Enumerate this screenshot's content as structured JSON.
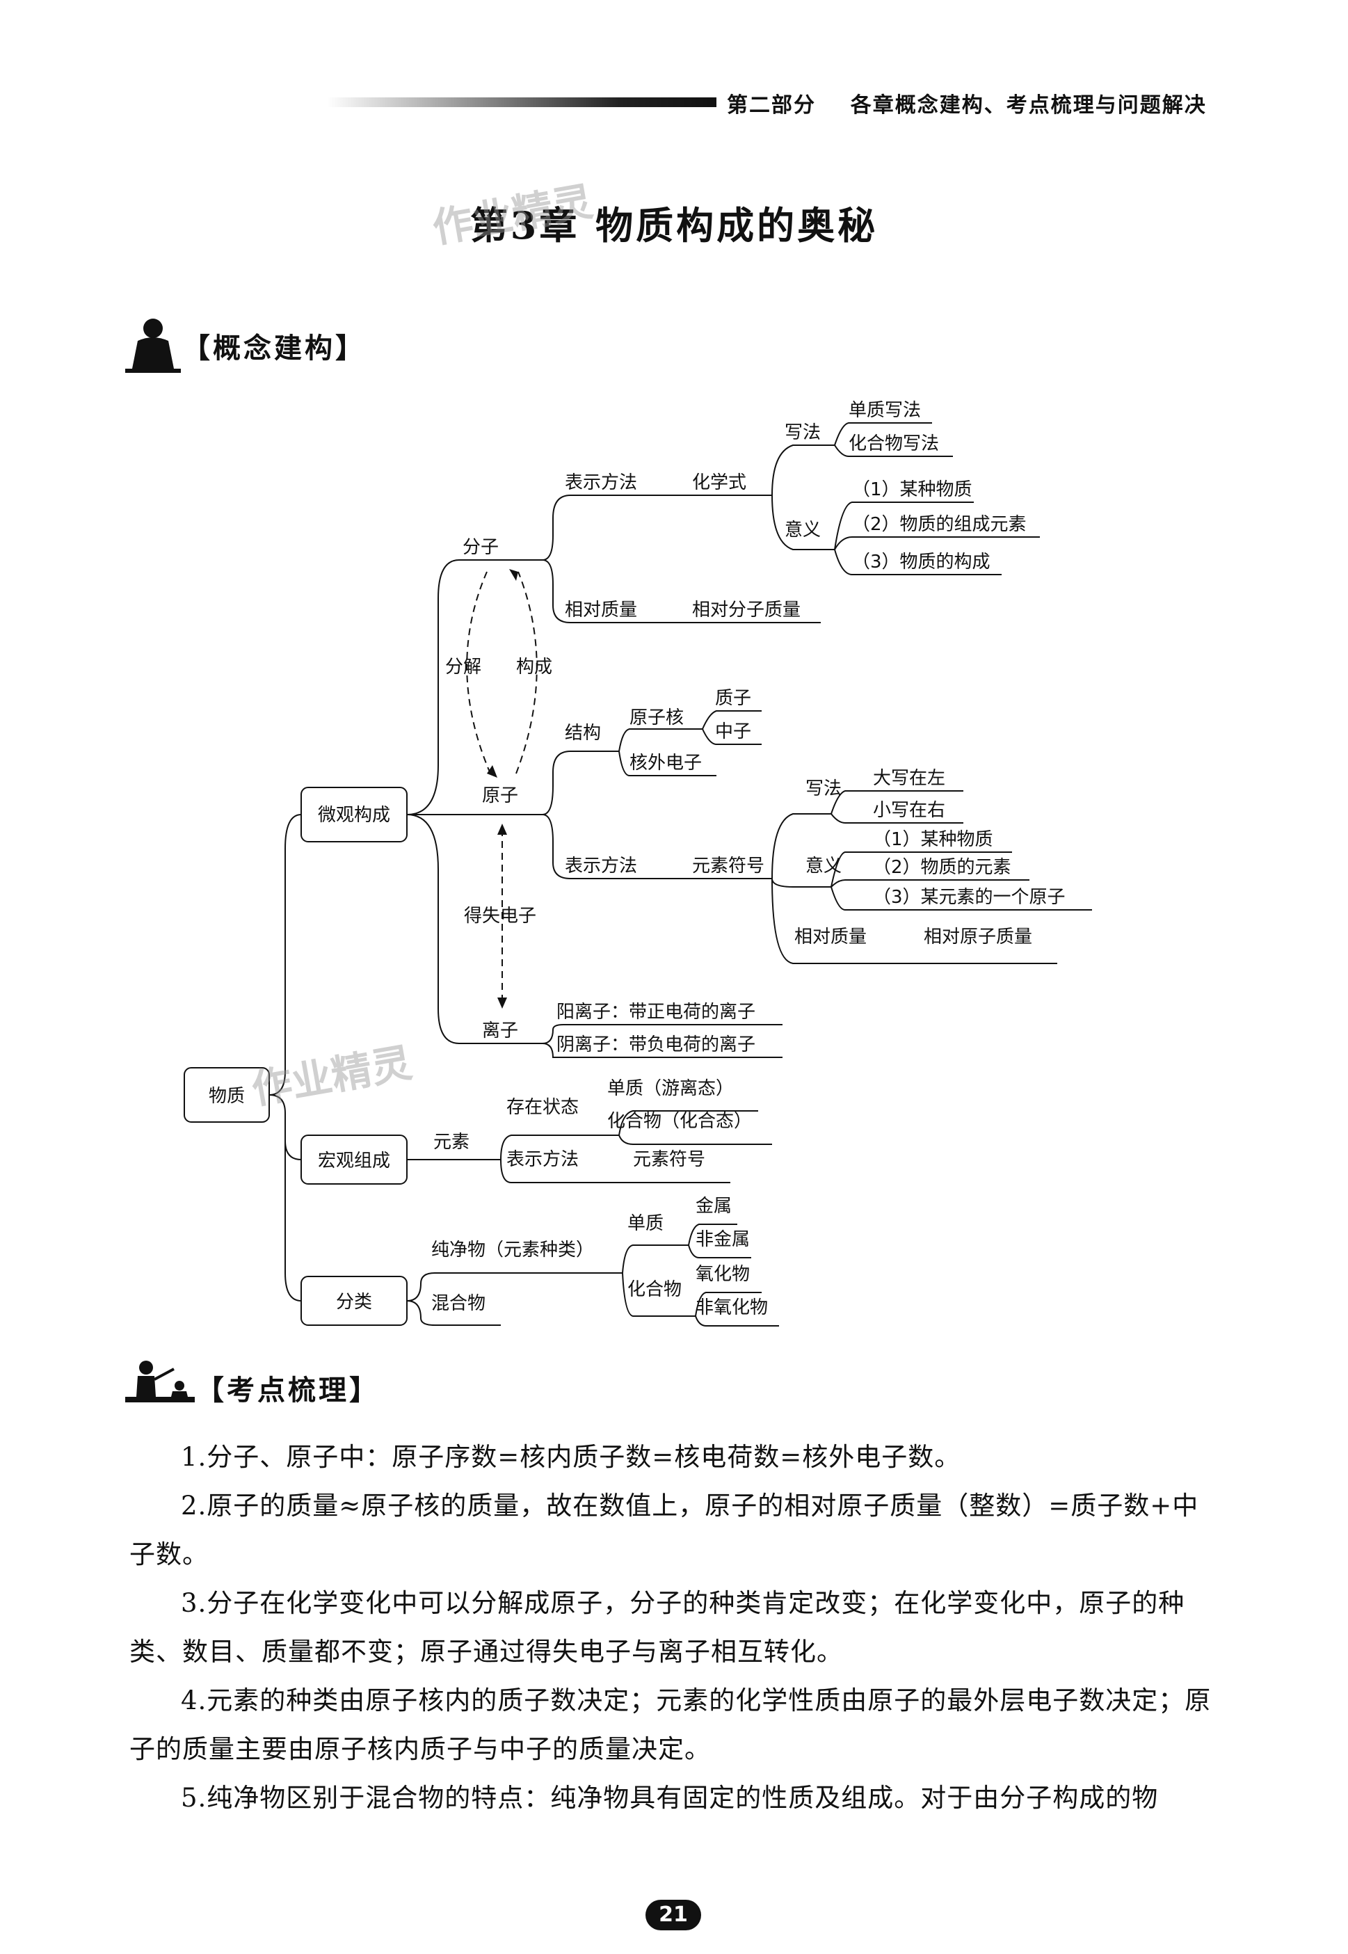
{
  "header": {
    "part": "第二部分",
    "subtitle": "各章概念建构、考点梳理与问题解决"
  },
  "chapter_title": "第3章 物质构成的奥秘",
  "watermarks": [
    "作业精灵",
    "作业精灵"
  ],
  "sections": {
    "concept": "【概念建构】",
    "points": "【考点梳理】"
  },
  "map": {
    "root": "物质",
    "micro": "微观构成",
    "macro": "宏观组成",
    "classify": "分类",
    "molecule": "分子",
    "mol_rep": "表示方法",
    "formula": "化学式",
    "write": "写法",
    "elem_write": "单质写法",
    "comp_write": "化合物写法",
    "meaning": "意义",
    "mol_meanings": [
      "（1）某种物质",
      "（2）物质的组成元素",
      "（3）物质的构成"
    ],
    "rel_mass": "相对质量",
    "rel_mol_mass": "相对分子质量",
    "decompose": "分解",
    "constitute": "构成",
    "atom": "原子",
    "structure": "结构",
    "nucleus": "原子核",
    "proton": "质子",
    "neutron": "中子",
    "electron": "核外电子",
    "atom_rep": "表示方法",
    "symbol": "元素符号",
    "sym_write": "写法",
    "upper_left": "大写在左",
    "lower_right": "小写在右",
    "sym_meaning": "意义",
    "atom_meanings": [
      "（1）某种物质",
      "（2）物质的元素",
      "（3）某元素的一个原子"
    ],
    "atom_rel_mass": "相对质量",
    "rel_atom_mass": "相对原子质量",
    "gain_lose": "得失电子",
    "ion": "离子",
    "cation": "阳离子：带正电荷的离子",
    "anion": "阴离子：带负电荷的离子",
    "element": "元素",
    "state": "存在状态",
    "free_state": "单质（游离态）",
    "combined_state": "化合物（化合态）",
    "elem_rep": "表示方法",
    "elem_symbol": "元素符号",
    "pure": "纯净物（元素种类）",
    "simple": "单质",
    "metal": "金属",
    "nonmetal": "非金属",
    "compound": "化合物",
    "oxide": "氧化物",
    "nonoxide": "非氧化物",
    "mixture": "混合物"
  },
  "paragraphs": [
    "1.分子、原子中：原子序数=核内质子数=核电荷数=核外电子数。",
    "2.原子的质量≈原子核的质量，故在数值上，原子的相对原子质量（整数）=质子数+中子数。",
    "3.分子在化学变化中可以分解成原子，分子的种类肯定改变；在化学变化中，原子的种类、数目、质量都不变；原子通过得失电子与离子相互转化。",
    "4.元素的种类由原子核内的质子数决定；元素的化学性质由原子的最外层电子数决定；原子的质量主要由原子核内质子与中子的质量决定。",
    "5.纯净物区别于混合物的特点：纯净物具有固定的性质及组成。对于由分子构成的物"
  ],
  "page_number": "21"
}
